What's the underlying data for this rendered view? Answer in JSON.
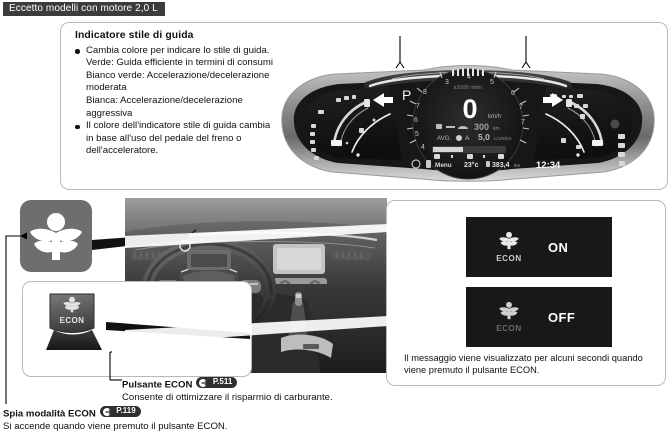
{
  "header": {
    "badge": "Eccetto modelli con motore 2,0 L"
  },
  "callout": {
    "title": "Indicatore stile di guida",
    "bullets": [
      {
        "lines": [
          "Cambia colore per indicare lo stile di guida.",
          "Verde: Guida efficiente in termini di consumi",
          "Bianco verde: Accelerazione/decelerazione",
          "moderata",
          "Bianca: Accelerazione/decelerazione",
          "aggressiva"
        ]
      },
      {
        "lines": [
          "Il colore dell'indicatore stile di guida cambia",
          "in base all'uso del pedale del freno o",
          "dell'acceleratore."
        ]
      }
    ]
  },
  "cluster": {
    "gear_indicator": "P",
    "speed_value": "0",
    "speed_unit": "km/h",
    "range_value": "300",
    "range_unit": "km",
    "avg_label": "AVG.",
    "avg_fuel_value": "5,0",
    "avg_fuel_unit": "L/100km",
    "avg_fuel_letter": "A",
    "menu_label": "Menu",
    "temperature": "23°c",
    "odometer": "383,4",
    "odometer_unit": "km",
    "clock": "12:34"
  },
  "econ_tile": {
    "icon": "econ-leaf-icon"
  },
  "econ_button": {
    "icon": "econ-leaf-icon",
    "label": "ECON"
  },
  "messages": {
    "on": {
      "icon": "econ-leaf-icon",
      "icon_label": "ECON",
      "state": "ON"
    },
    "off": {
      "icon": "econ-leaf-icon",
      "icon_label": "ECON",
      "state": "OFF"
    },
    "caption_line1": "Il messaggio viene visualizzato per alcuni secondi quando",
    "caption_line2": "viene premuto il pulsante ECON."
  },
  "labels": {
    "pulsante": {
      "heading": "Pulsante ECON",
      "ref": "P.511",
      "body": "Consente di ottimizzare il risparmio di carburante."
    },
    "spia": {
      "heading": "Spia modalità ECON",
      "ref": "P.119",
      "body": "Si accende quando viene premuto il pulsante ECON."
    }
  },
  "colors": {
    "badge_bg": "#3c3c3c",
    "frame_border": "#b9b9b9",
    "screen_bg": "#181818",
    "tile_bg": "#6e6e6e",
    "text": "#111111"
  }
}
